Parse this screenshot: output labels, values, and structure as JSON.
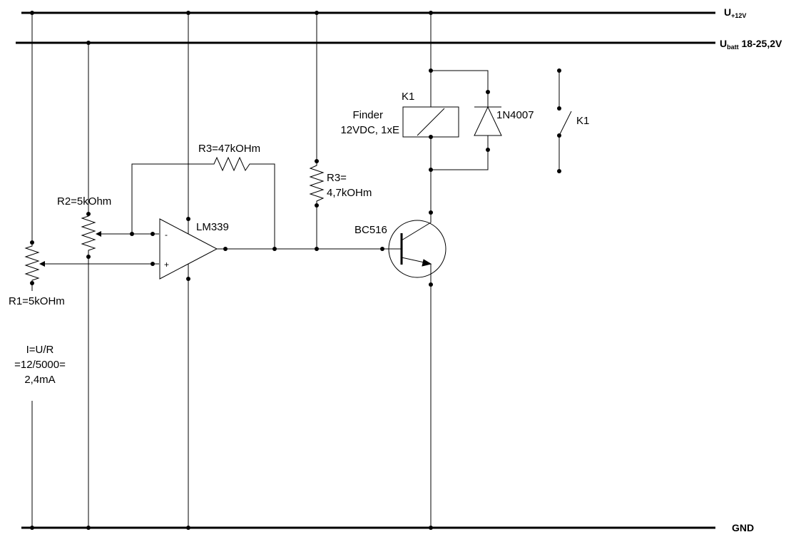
{
  "rails": {
    "v12": {
      "main": "U",
      "sub": "+12V"
    },
    "vbatt": {
      "main": "U",
      "sub": "batt",
      "suffix": " 18-25,2V"
    },
    "gnd": "GND"
  },
  "components": {
    "r1": "R1=5kOHm",
    "r2": "R2=5kOhm",
    "r3_feedback": "R3=47kOHm",
    "r3_pullup_line1": "R3=",
    "r3_pullup_line2": "4,7kOHm",
    "opamp": "LM339",
    "opamp_minus": "-",
    "opamp_plus": "+",
    "transistor": "BC516",
    "relay_ref": "K1",
    "relay_desc_line1": "Finder",
    "relay_desc_line2": "12VDC, 1xE",
    "diode": "1N4007",
    "contact_ref": "K1"
  },
  "note": {
    "line1": "I=U/R",
    "line2": "=12/5000=",
    "line3": "2,4mA"
  }
}
